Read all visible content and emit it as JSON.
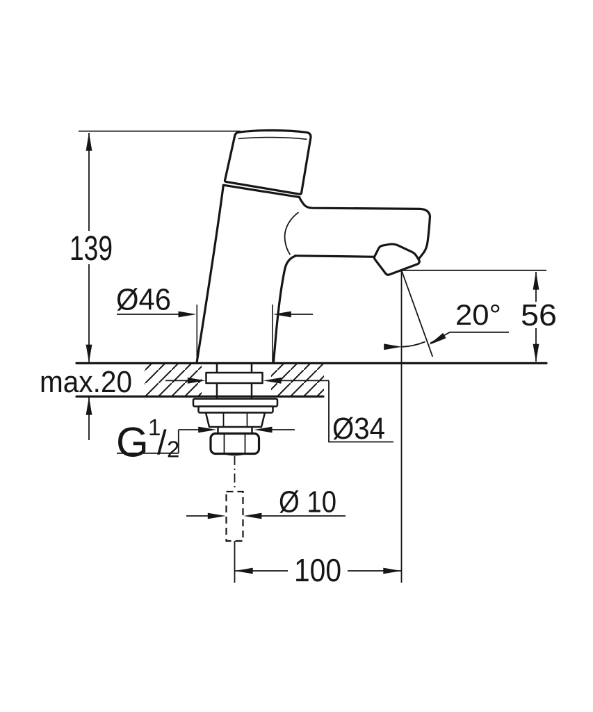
{
  "drawing": {
    "type": "technical-dimension-drawing",
    "subject": "pillar tap side elevation with installation dimensions",
    "units": "mm",
    "labels": {
      "height": "139",
      "base_diameter": "Ø46",
      "max_mounting_thickness": "max.20",
      "thread_letter": "G",
      "thread_numerator": "1",
      "thread_slash": "/",
      "thread_denominator": "2",
      "hole_diameter": "Ø34",
      "supply_pipe_diameter": "Ø 10",
      "spout_height": "56",
      "spout_angle": "20°",
      "spout_projection": "100"
    },
    "colors": {
      "line": "#161616",
      "background": "#ffffff"
    }
  }
}
